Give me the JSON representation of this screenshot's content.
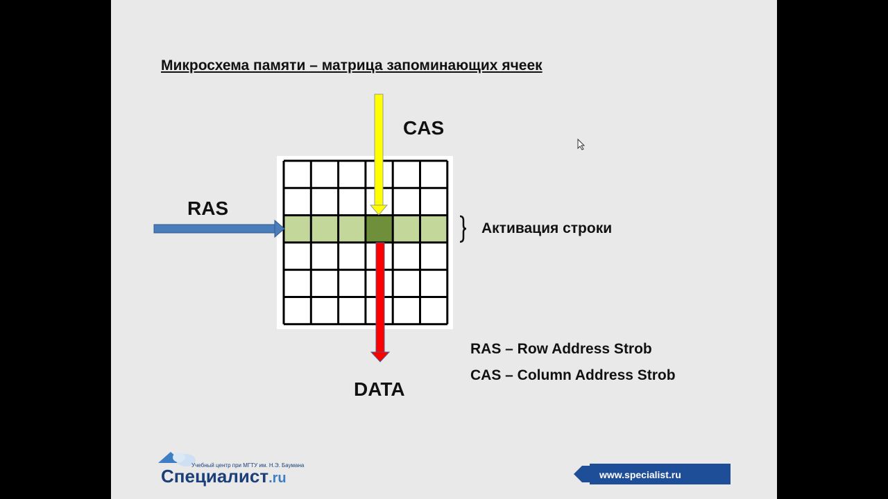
{
  "slide": {
    "title": "Микросхема памяти – матрица запоминающих ячеек",
    "cas_label": "CAS",
    "ras_label": "RAS",
    "data_label": "DATA",
    "row_activation_label": "Активация строки",
    "legend": [
      "RAS – Row Address Strob",
      "CAS – Column Address Strob"
    ],
    "matrix": {
      "rows": 6,
      "cols": 6,
      "active_row": 3,
      "active_col": 4
    }
  },
  "footer": {
    "logo_main": "Специалист",
    "logo_suffix": ".ru",
    "logo_tagline": "Учебный центр при МГТУ им. Н.Э. Баумана",
    "url": "www.specialist.ru"
  },
  "colors": {
    "background": "#e9e9e9",
    "row_fill": "#c3d79b",
    "active_cell": "#6f8f3a",
    "cas_arrow": "#ffff00",
    "data_arrow": "#ff0000",
    "ras_arrow": "#4a7ebb",
    "url_bar": "#1f4e98"
  },
  "icons": [
    "mouse-cursor-icon",
    "logo-house-icon",
    "url-arrow-icon"
  ]
}
